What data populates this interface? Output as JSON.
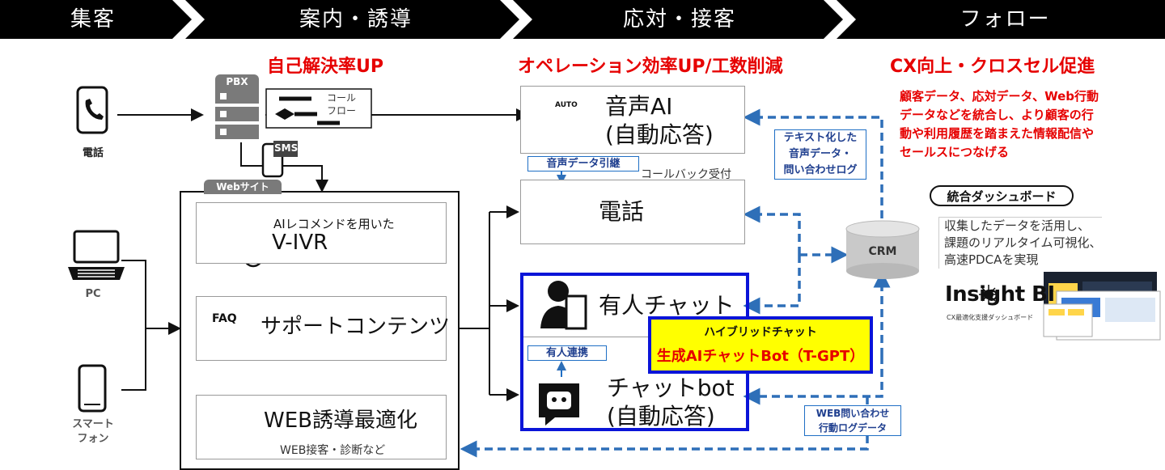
{
  "phases": [
    "集客",
    "案内・誘導",
    "応対・接客",
    "フォロー"
  ],
  "headings": {
    "self_solve": "自己解決率UP",
    "efficiency": "オペレーション効率UP/工数削減",
    "cx": "CX向上・クロスセル促進"
  },
  "cx_description": [
    "顧客データ、応対データ、Web行動",
    "データなどを統合し、より顧客の行",
    "動や利用履歴を踏まえた情報配信や",
    "セールスにつなげる"
  ],
  "channels": {
    "phone": "電話",
    "pc": "PC",
    "smartphone_1": "スマート",
    "smartphone_2": "フォン"
  },
  "pbx": {
    "tag": "PBX",
    "callflow_1": "コール",
    "callflow_2": "フロー",
    "sms": "SMS"
  },
  "website": {
    "tag": "Webサイト",
    "vivr_sub": "AIレコメンドを用いた",
    "vivr": "V-IVR",
    "faq_icon": "FAQ",
    "support": "サポートコンテンツ",
    "web_opt": "WEB誘導最適化",
    "web_opt_sub": "WEB接客・診断など"
  },
  "voice_ai": {
    "icon": "AUTO",
    "line1": "音声AI",
    "line2": "(自動応答)"
  },
  "voice_data_label": "音声データ引継",
  "callback_label": "コールバック受付",
  "phone_op": "電話",
  "human_chat": "有人チャット",
  "human_link_label": "有人連携",
  "chatbot": {
    "line1": "チャットbot",
    "line2": "(自動応答)"
  },
  "hybrid": {
    "title": "ハイブリッドチャット",
    "subtitle": "生成AIチャットBot（T-GPT）"
  },
  "text_label": [
    "テキスト化した",
    "音声データ・",
    "問い合わせログ"
  ],
  "web_label": [
    "WEB問い合わせ",
    "行動ログデータ"
  ],
  "crm": "CRM",
  "dashboard": {
    "title": "統合ダッシュボード",
    "desc": [
      "収集したデータを活用し、",
      "課題のリアルタイム可視化、",
      "高速PDCAを実現"
    ],
    "brand": "Insight BI",
    "brand_sub": "CX最適化支援ダッシュボード"
  },
  "colors": {
    "accent_red": "#e60000",
    "frame_blue": "#0a14d8",
    "dash_blue": "#2e6fb8",
    "hybrid_yellow": "#ffff00"
  }
}
